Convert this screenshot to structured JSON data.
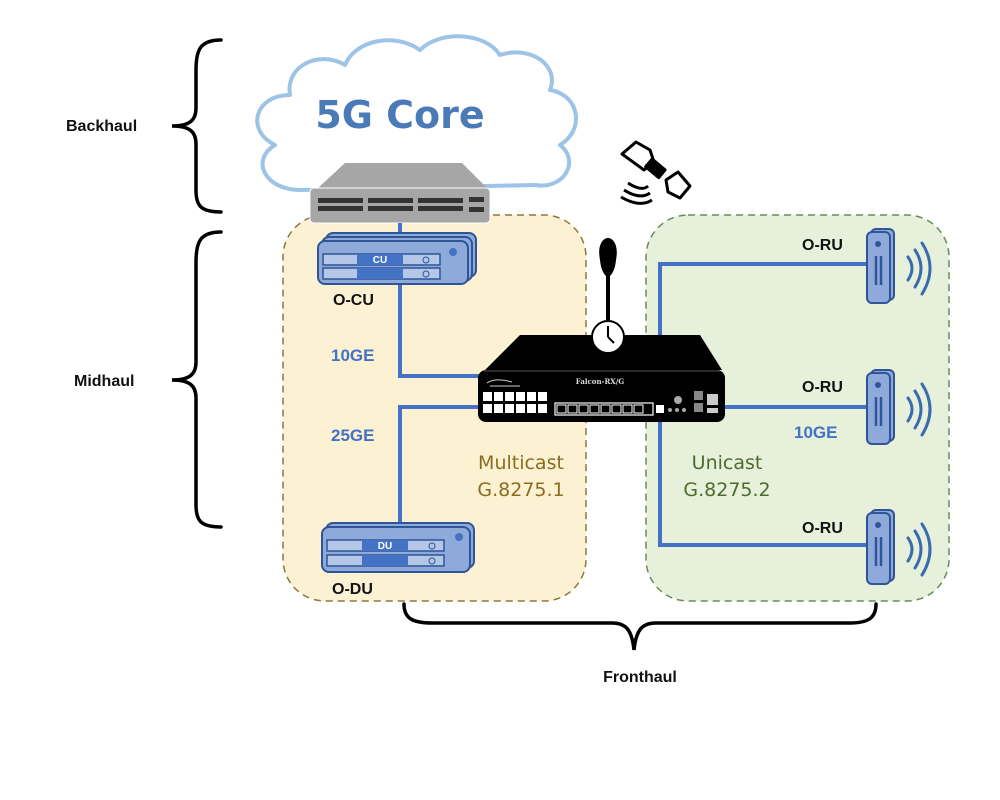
{
  "diagram": {
    "core": {
      "label": "5G Core"
    },
    "segments": {
      "backhaul": "Backhaul",
      "midhaul": "Midhaul",
      "fronthaul": "Fronthaul"
    },
    "nodes": {
      "cu": {
        "badge": "CU",
        "label": "O-CU"
      },
      "du": {
        "badge": "DU",
        "label": "O-DU"
      },
      "grandmaster": {
        "model": "Falcon-RX/G"
      },
      "ru": [
        {
          "label": "O-RU"
        },
        {
          "label": "O-RU"
        },
        {
          "label": "O-RU"
        }
      ]
    },
    "links": {
      "cu_link": "10GE",
      "du_link": "25GE",
      "ru_link": "10GE"
    },
    "zones": {
      "multicast": {
        "line1": "Multicast",
        "line2": "G.8275.1",
        "color": "#fdf1d3"
      },
      "unicast": {
        "line1": "Unicast",
        "line2": "G.8275.2",
        "color": "#e6f0da"
      }
    },
    "colors": {
      "link": "#4472c4",
      "device_fill": "#8eaadb",
      "device_stroke": "#2f5597",
      "grandmaster": "#000000",
      "switch": "#a6a6a6"
    }
  }
}
